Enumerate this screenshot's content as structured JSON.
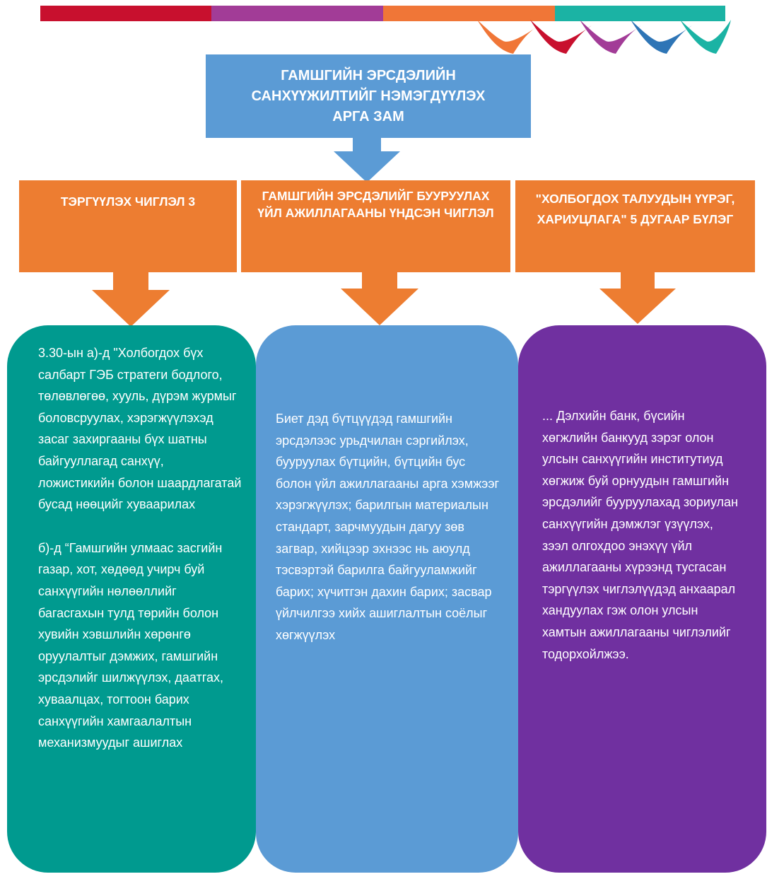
{
  "colors": {
    "stripe_red": "#c8102e",
    "stripe_purple": "#a23c97",
    "stripe_orange": "#f07637",
    "stripe_teal": "#1bb3a4",
    "title_box": "#5b9bd5",
    "header_box": "#ed7d31",
    "card_teal": "#009a8f",
    "card_blue": "#5b9bd5",
    "card_purple": "#7030a0",
    "wave_colors": [
      "#f07637",
      "#c8102e",
      "#a23c97",
      "#2e75b6",
      "#1bb3a4"
    ]
  },
  "title_box": {
    "text": "ГАМШГИЙН ЭРСДЭЛИЙН САНХҮҮЖИЛТИЙГ НЭМЭГДҮҮЛЭХ АРГА ЗАМ"
  },
  "columns": [
    {
      "header": "ТЭРГҮҮЛЭХ ЧИГЛЭЛ 3",
      "paragraphs": [
        "3.30-ын а)-д \"Холбогдох бүх салбарт ГЭБ стратеги бодлого, төлөвлөгөө, хууль, дүрэм журмыг боловсруулах, хэрэгжүүлэхэд засаг захиргааны бүх шатны байгууллагад санхүү, ложистикийн болон шаардлагатай бусад нөөцийг хуваарилах",
        "б)-д “Гамшгийн улмаас засгийн газар, хот, хөдөөд учирч буй санхүүгийн нөлөөллийг багасгахын тулд төрийн болон хувийн хэвшлийн хөрөнгө оруулалтыг дэмжих, гамшгийн эрсдэлийг шилжүүлэх, даатгах, хуваалцах, тогтоон барих санхүүгийн хамгаалалтын механизмуудыг ашиглах"
      ]
    },
    {
      "header": "ГАМШГИЙН ЭРСДЭЛИЙГ БУУРУУЛАХ ҮЙЛ АЖИЛЛАГААНЫ ҮНДСЭН ЧИГЛЭЛ",
      "paragraphs": [
        "Биет дэд бүтцүүдэд гамшгийн эрсдэлээс урьдчилан сэргийлэх, бууруулах бүтцийн, бүтцийн бус болон үйл ажиллагааны арга хэмжээг хэрэгжүүлэх; барилгын материалын стандарт, зарчмуудын дагуу зөв загвар, хийцээр эхнээс нь аюулд тэсвэртэй барилга байгууламжийг барих; хүчитгэн дахин барих; засвар үйлчилгээ хийх ашиглалтын соёлыг хөгжүүлэх"
      ]
    },
    {
      "header": "\"ХОЛБОГДОХ ТАЛУУДЫН ҮҮРЭГ, ХАРИУЦЛАГА\" 5 ДУГААР БҮЛЭГ",
      "paragraphs": [
        "... Дэлхийн банк, бүсийн хөгжлийн банкууд зэрэг олон улсын санхүүгийн институтиуд хөгжиж буй орнуудын гамшгийн эрсдэлийг бууруулахад зориулан санхүүгийн дэмжлэг үзүүлэх, зээл олгохдоо энэхүү үйл ажиллагааны хүрээнд тусгасан тэргүүлэх чиглэлүүдэд анхаарал хандуулах гэж олон улсын хамтын ажиллагааны чиглэлийг тодорхойлжээ."
      ]
    }
  ]
}
